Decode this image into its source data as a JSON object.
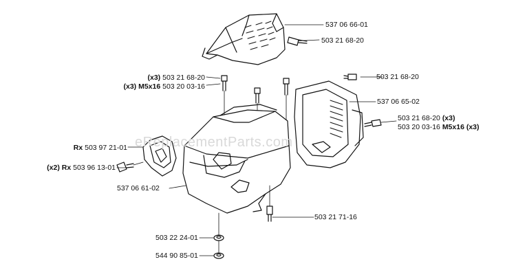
{
  "watermark": "eReplacementParts.com",
  "labels": {
    "top_cover": "537 06 66-01",
    "top_screw": "503 21 68-20",
    "screw_x3_qty": "(x3)",
    "screw_x3_part": "503 21 68-20",
    "m5_qty": "(x3) M5x16",
    "m5_part": "503 20 03-16",
    "right_screw": "503 21 68-20",
    "right_cover": "537 06 65-02",
    "right_pair_1_part": "503 21 68-20",
    "right_pair_1_qty": "(x3)",
    "right_pair_2_part": "503 20 03-16",
    "right_pair_2_qty": "M5x16 (x3)",
    "left_cover_prefix": "Rx",
    "left_cover_part": "503 97 21-01",
    "left_screw_prefix": "(x2) Rx",
    "left_screw_part": "503 96 13-01",
    "main_housing": "537 06 61-02",
    "bottom_screw": "503 21 71-16",
    "washer_1": "503 22 24-01",
    "washer_2": "544 90 85-01"
  }
}
